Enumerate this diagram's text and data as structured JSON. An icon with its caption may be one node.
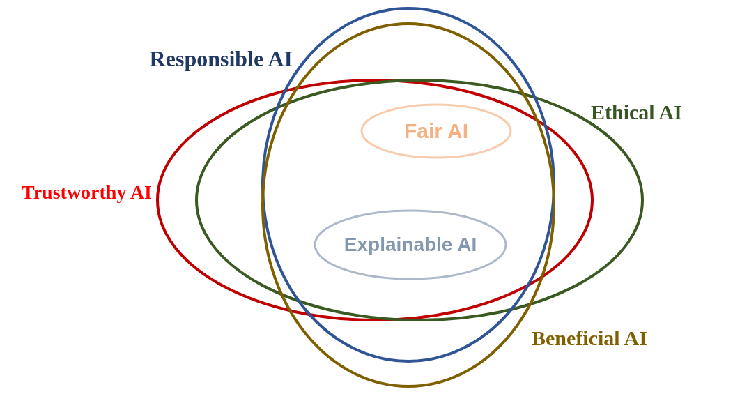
{
  "diagram": {
    "nodes": [
      {
        "text": [
          "Responsible AI"
        ]
      },
      {
        "text": [
          "Fair AI"
        ]
      },
      {
        "text": [
          "Trustworthy AI"
        ]
      },
      {
        "text": [
          "Ethical AI"
        ]
      },
      {
        "text": [
          "Explainable AI"
        ]
      },
      {
        "text": [
          "Beneficial AI"
        ]
      }
    ]
  }
}
